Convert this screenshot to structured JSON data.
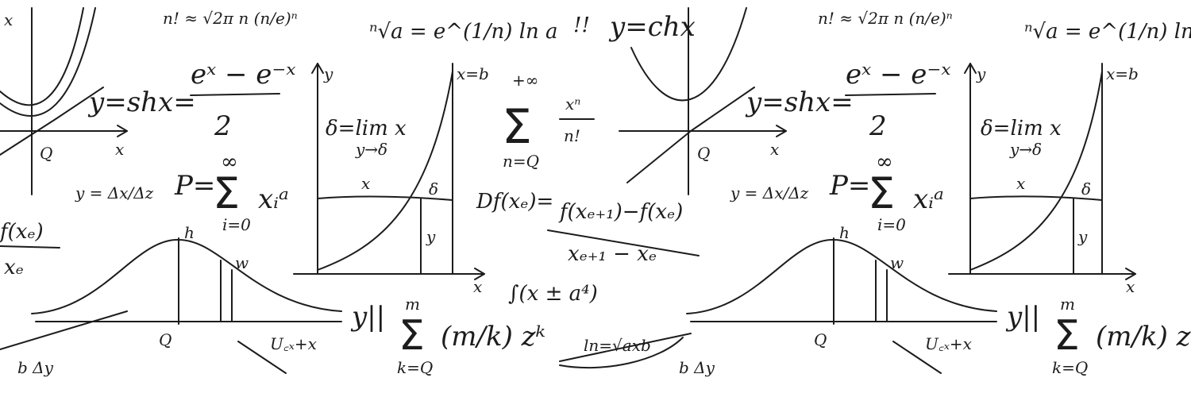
{
  "formulas": {
    "stirling": "n! ≈ √2π n (n/e)ⁿ",
    "root": "ⁿ√a = e^(1/n) ln a",
    "chx": "y=chx",
    "shx_lhs": "y=shx=",
    "shx_num": "eˣ − e⁻ˣ",
    "shx_den": "2",
    "delta": "δ=lim x",
    "delta_sub": "y→δ",
    "series_top": "+∞",
    "series_body": "xⁿ",
    "series_den": "n!",
    "series_bottom": "n=Q",
    "sum_lhs": "P=",
    "sum_top": "∞",
    "sum_term": "xᵢᵃ",
    "sum_bottom": "i=0",
    "ratio": "y = Δx/Δz",
    "ratio_num": "Δx",
    "ratio_den": "Δz",
    "fx": "f(xₑ)",
    "fx_den": "xₑ",
    "deriv_lhs": "Df(xₑ)=",
    "deriv_num": "f(xₑ₊₁)−f(xₑ)",
    "deriv_den": "xₑ₊₁ − xₑ",
    "integral": "∫(x ± a⁴)",
    "binom_lhs": "y||",
    "binom_top": "m",
    "binom_bottom": "k=Q",
    "binom_body": "(m/k) zᵏ",
    "ln": "ln=√axb",
    "bdy": "b Δy",
    "exclam": "!!",
    "ucx": "U꜀ₓ+x"
  },
  "axis_labels": {
    "x": "x",
    "y": "y",
    "origin": "Q",
    "h": "h",
    "w": "w",
    "xb": "x=b",
    "delta": "δ",
    "y_short": "y"
  }
}
